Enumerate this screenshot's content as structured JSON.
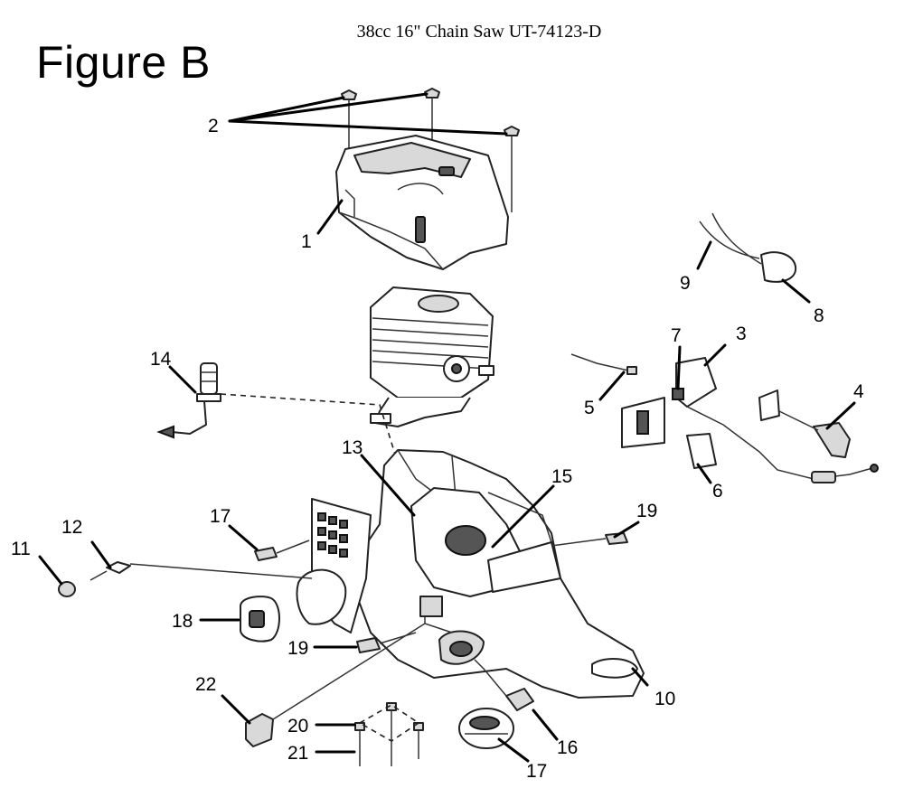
{
  "header": {
    "figure_title": "Figure B",
    "model_title": "38cc 16\" Chain Saw UT-74123-D"
  },
  "callouts": {
    "c1": "1",
    "c2": "2",
    "c3": "3",
    "c4": "4",
    "c5": "5",
    "c6": "6",
    "c7": "7",
    "c8": "8",
    "c9": "9",
    "c10": "10",
    "c11": "11",
    "c12": "12",
    "c13": "13",
    "c14": "14",
    "c15": "15",
    "c16": "16",
    "c17a": "17",
    "c17b": "17",
    "c18": "18",
    "c19a": "19",
    "c19b": "19",
    "c20": "20",
    "c21": "21",
    "c22": "22"
  }
}
